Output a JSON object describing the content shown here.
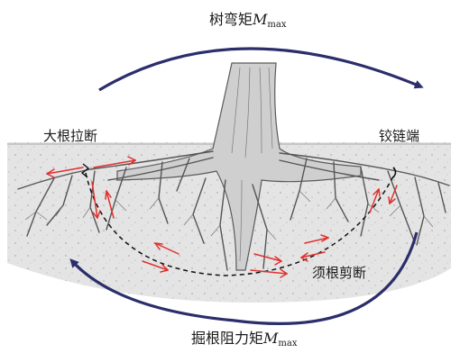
{
  "title_top": {
    "prefix": "树弯矩",
    "symbol": "M",
    "subscript": "max"
  },
  "title_bottom": {
    "prefix": "掘根阻力矩",
    "symbol": "M",
    "subscript": "max"
  },
  "labels": {
    "left": "大根拉断",
    "right": "铰链端",
    "bottom": "须根剪断"
  },
  "colors": {
    "moment_arrow": "#2b2e6b",
    "force_arrow": "#e0312f",
    "failure_line": "#111111",
    "soil_fill": "#e6e6e6",
    "sketch": "#4a4a4a"
  },
  "icons": [
    "clockwise-arrow-top",
    "clockwise-arrow-bottom",
    "break-icon",
    "hinge-icon"
  ]
}
